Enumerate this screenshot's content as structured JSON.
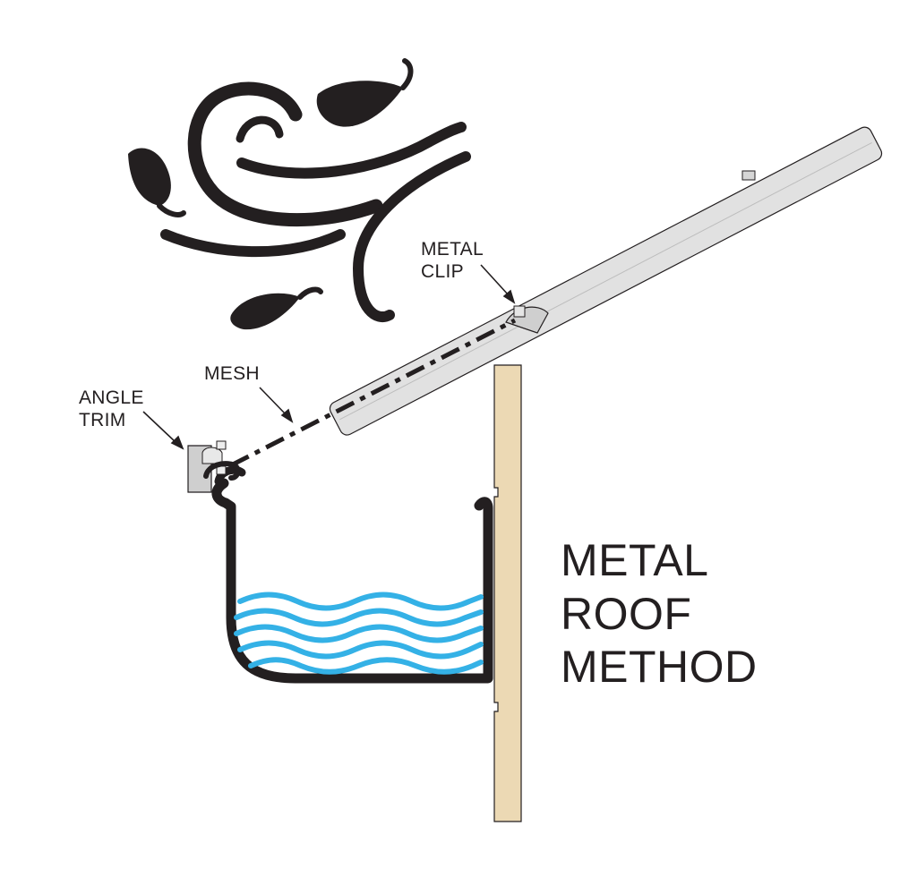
{
  "labels": {
    "metal_clip": [
      "METAL",
      "CLIP"
    ],
    "mesh": "MESH",
    "angle_trim": [
      "ANGLE",
      "TRIM"
    ],
    "title": [
      "METAL",
      "ROOF",
      "METHOD"
    ]
  },
  "colors": {
    "ink": "#231f20",
    "fascia_wood": "#ecd9b4",
    "roof_sheet": "#e1e1e1",
    "water": "#34b1e6",
    "trim_metal": "#cfcfcf"
  },
  "icons": [
    "wind-swirl-icon",
    "leaf-icon"
  ]
}
